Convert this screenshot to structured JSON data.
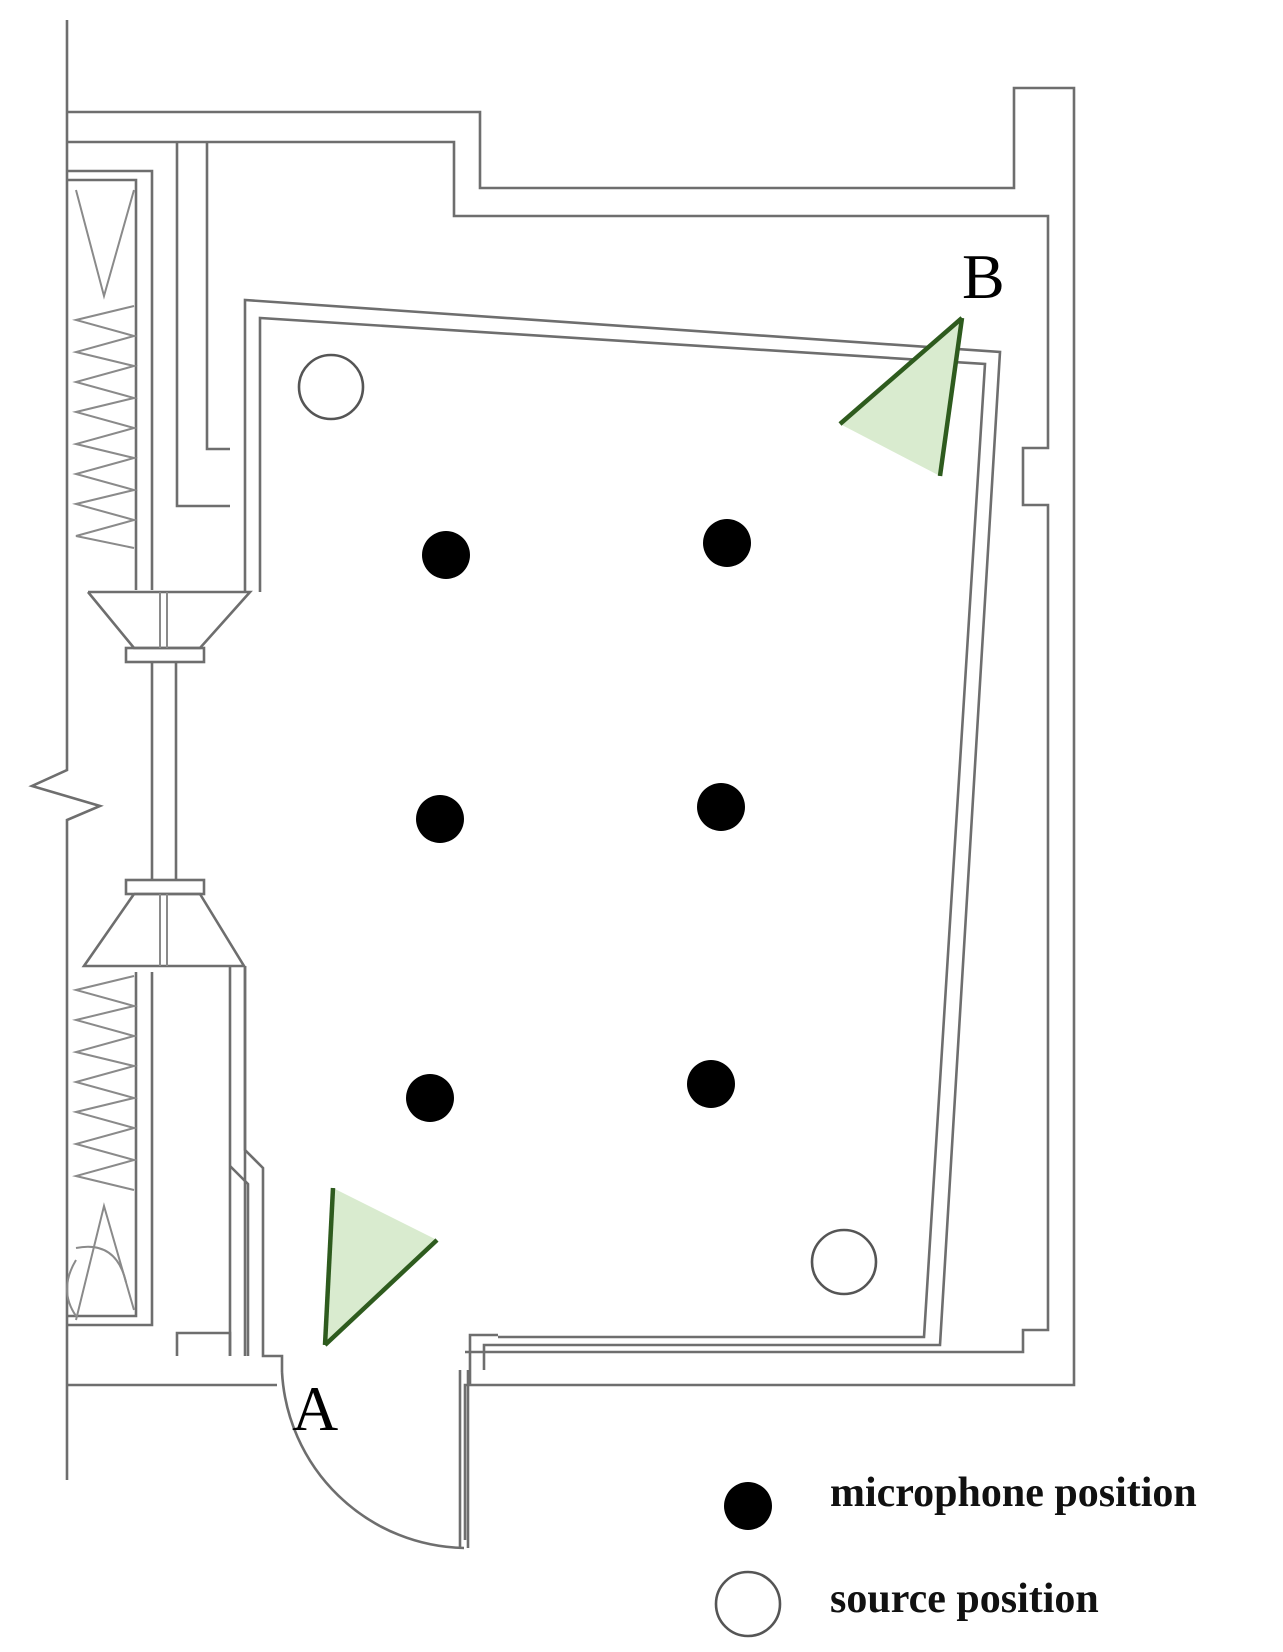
{
  "labels": {
    "speaker_a": "A",
    "speaker_b": "B"
  },
  "legend": {
    "microphone": "microphone position",
    "source": "source position"
  },
  "colors": {
    "wall": "#6e6e6e",
    "speaker_fill": "#d9ebcf",
    "speaker_edge": "#2e5b1e",
    "microphone": "#000000",
    "source_stroke": "#555555"
  },
  "marker_counts": {
    "microphone_positions": 6,
    "source_positions": 2,
    "speakers": 2
  }
}
